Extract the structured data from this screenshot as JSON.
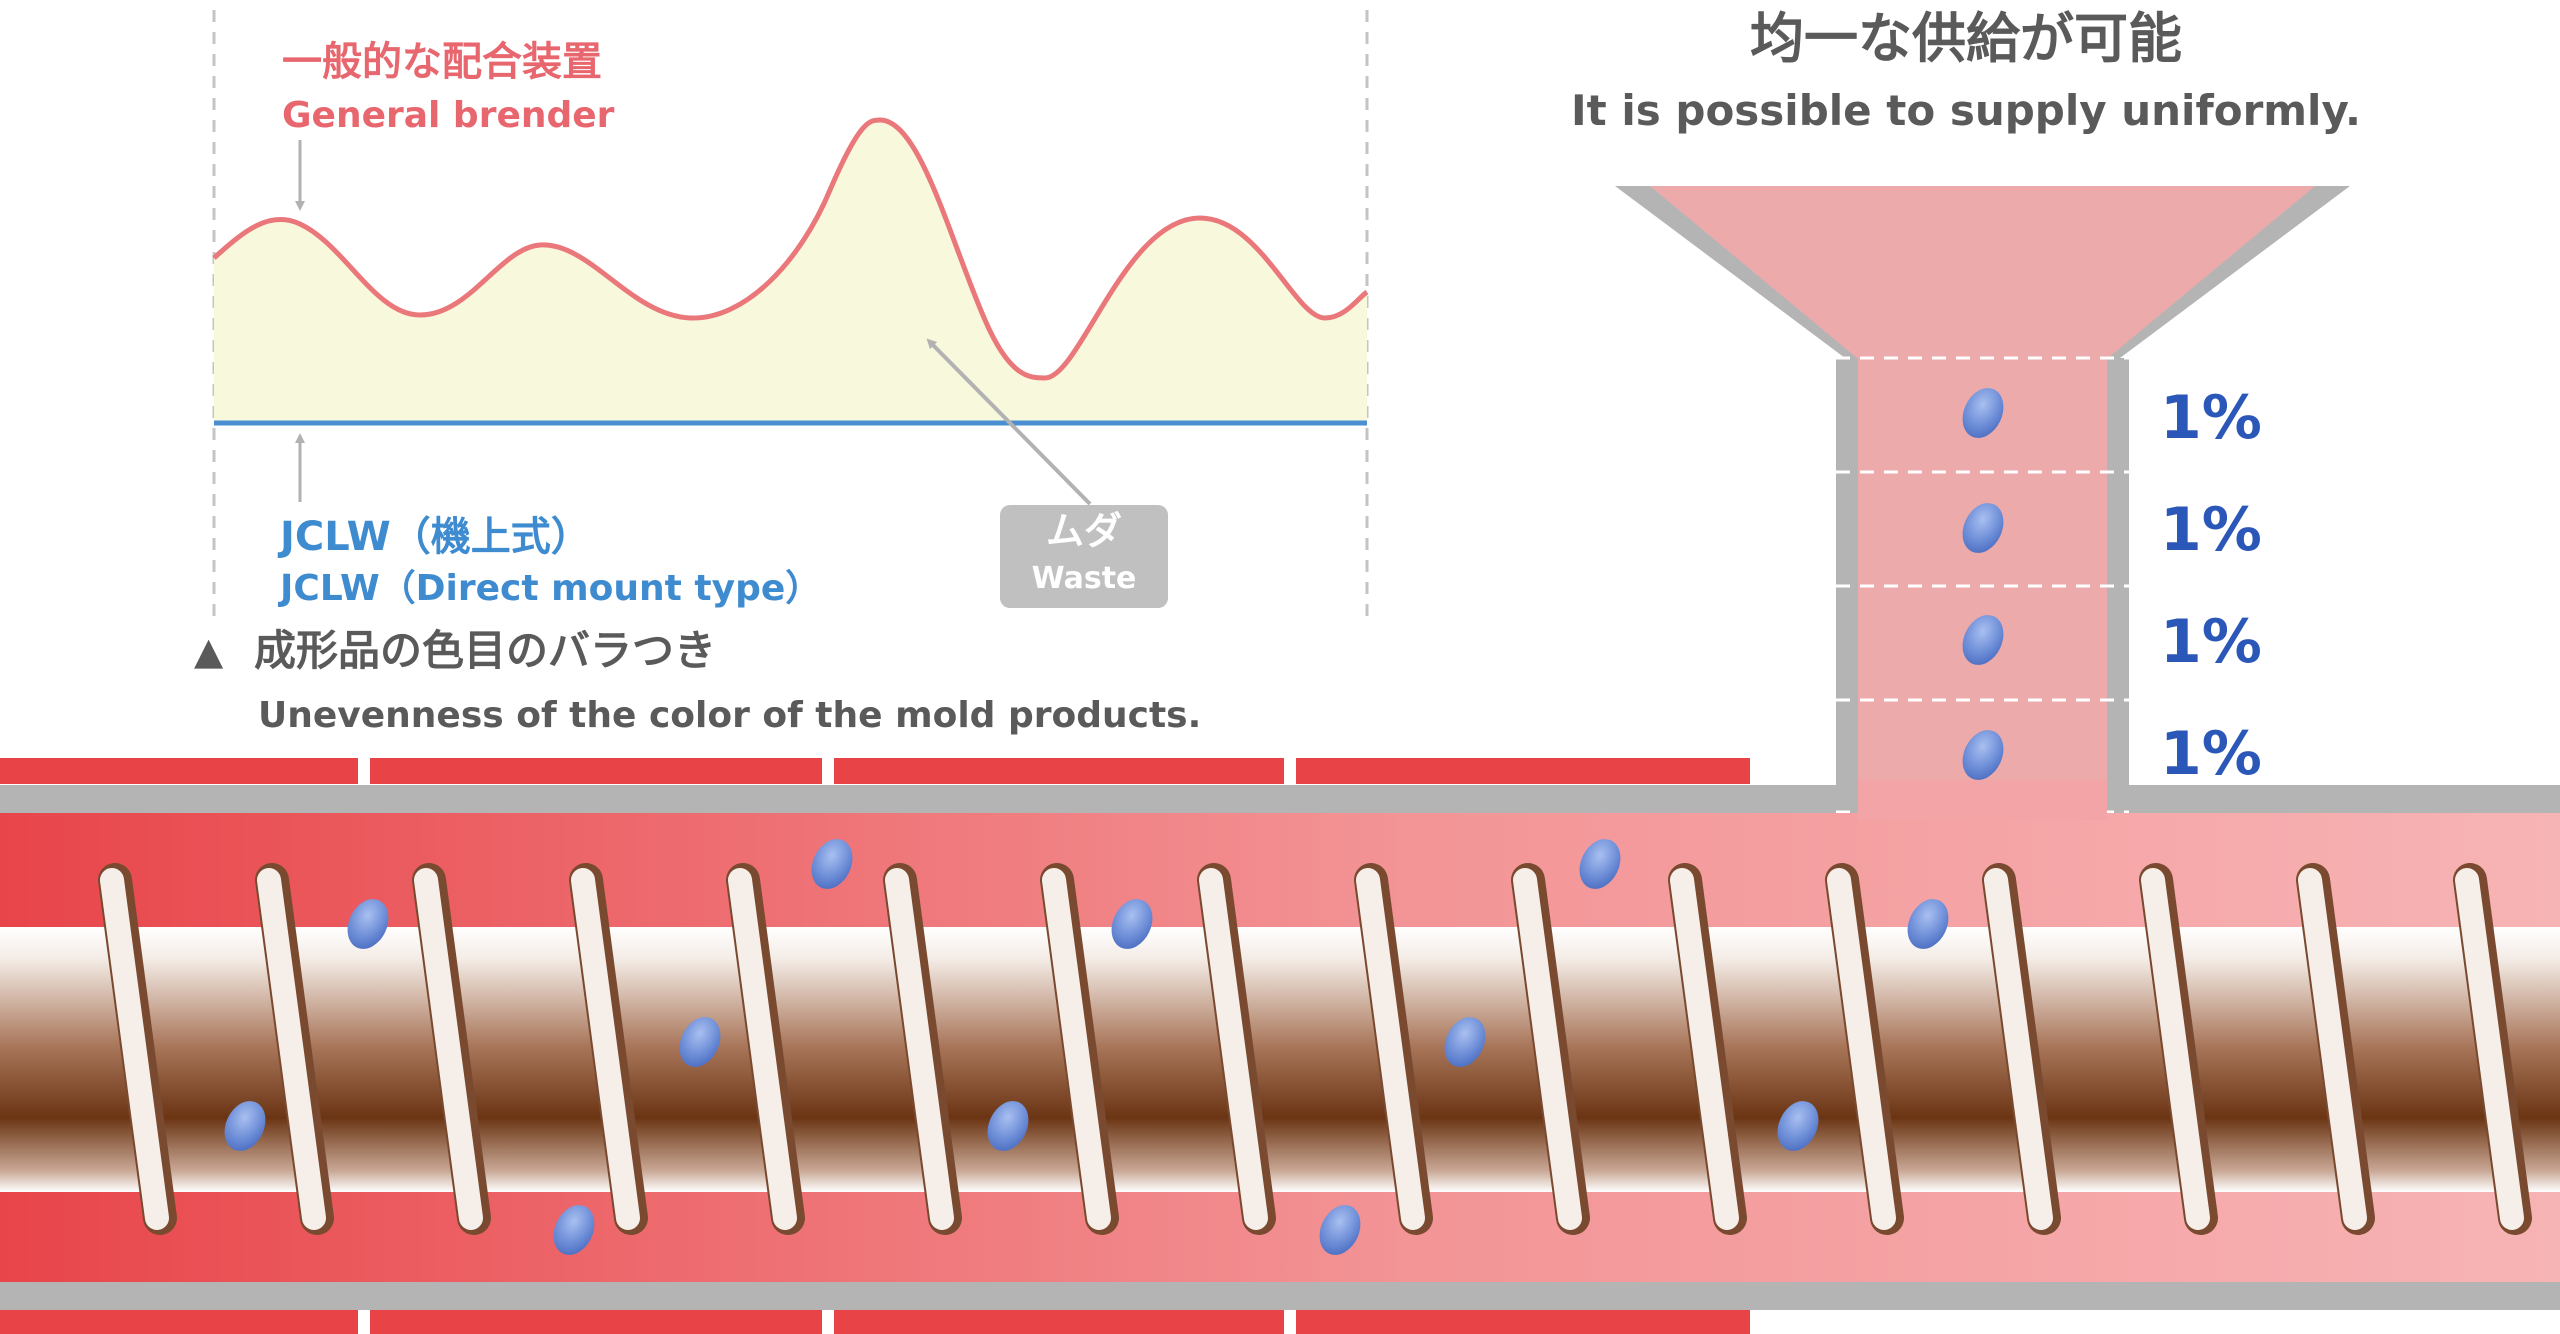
{
  "colors": {
    "red_line": "#ea777a",
    "blue_line": "#4a8fd2",
    "waste_fill": "#f8f8dd",
    "barrel_red": "#e8454a",
    "barrel_pink": "#f6b1b3",
    "steel_gray": "#b4b4b4",
    "hopper_pink": "#eeaaaa",
    "pellet_blue": "#6f8fd8",
    "screw_brown": "#6b3514",
    "percent_navy": "#2b57b8"
  },
  "chart": {
    "general_label_jp": "一般的な配合装置",
    "general_label_en": "General brender",
    "jclw_label_jp": "JCLW（機上式）",
    "jclw_label_en": "JCLW（Direct mount type）",
    "waste_label_jp": "ムダ",
    "waste_label_en": "Waste",
    "caption_marker": "▲",
    "caption_jp": "成形品の色目のバラつき",
    "caption_en": "Unevenness of the color of the mold products."
  },
  "supply": {
    "title_jp": "均一な供給が可能",
    "title_en": "It is possible to supply uniformly.",
    "segments": [
      "1%",
      "1%",
      "1%",
      "1%"
    ]
  },
  "icons": {
    "caption_marker": "triangle-up-icon",
    "pellet": "pellet-icon",
    "arrow": "arrow-icon"
  }
}
